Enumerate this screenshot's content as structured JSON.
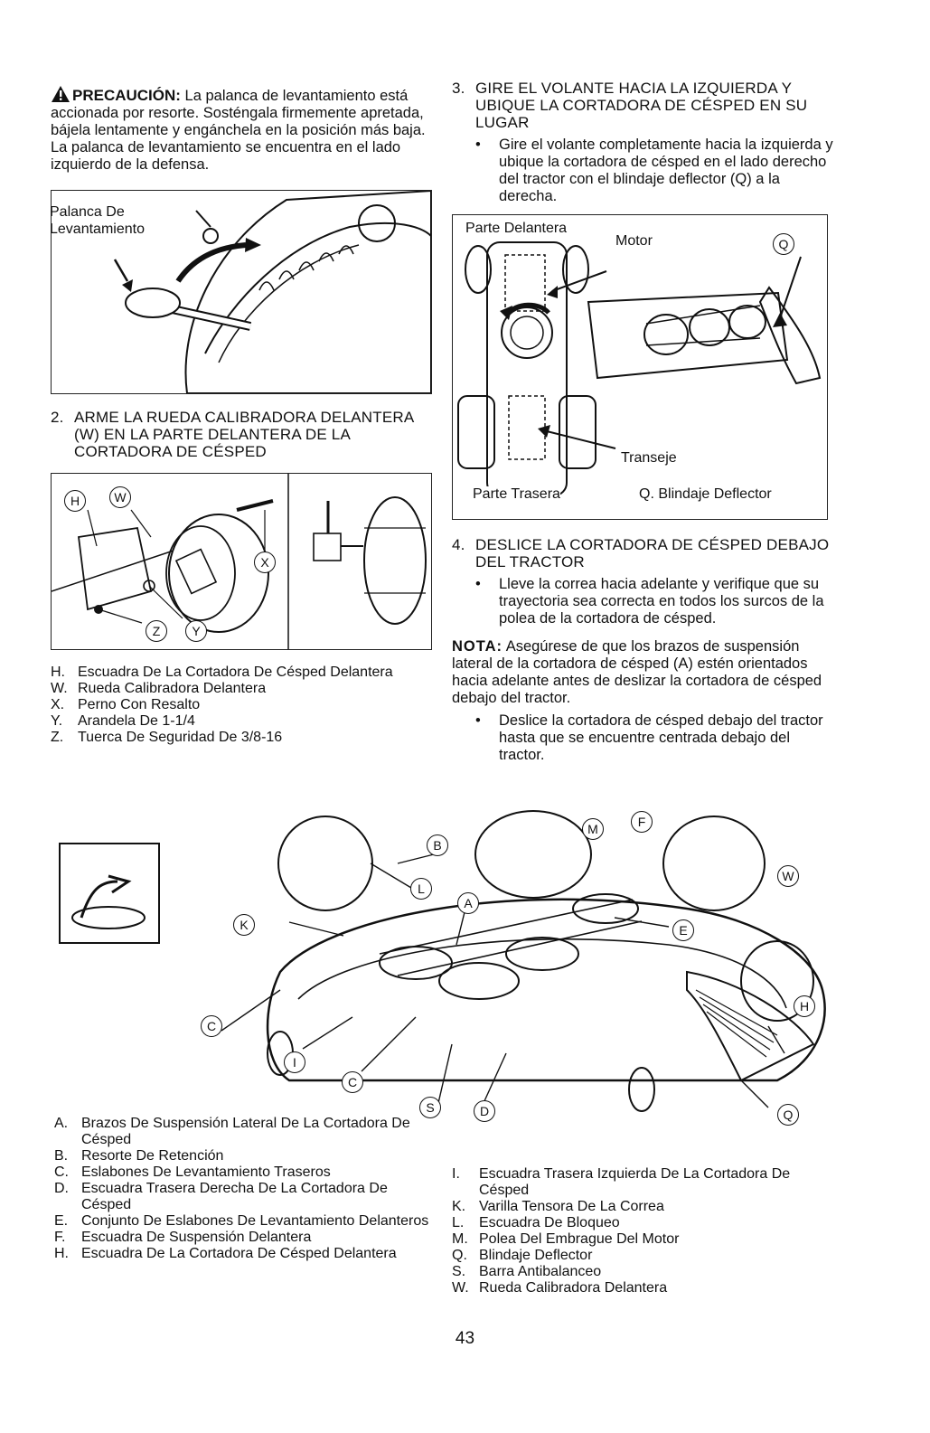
{
  "page": {
    "number": "43"
  },
  "caution": {
    "title": "PRECAUCIÓN:",
    "text": "La palanca de levantamiento está accionada por resorte. Sosténgala firmemente apretada, bájela lentamente y engánchela en la posición más baja. La palanca de levantamiento se encuentra en el lado izquierdo de la defensa."
  },
  "figure_lever": {
    "label_line1": "Palanca De",
    "label_line2": "Levantamiento"
  },
  "step2": {
    "number": "2.",
    "title": "ARME LA RUEDA CALIBRADORA DELANTERA (W) EN LA PARTE DELANTERA DE LA CORTADORA DE CÉSPED"
  },
  "figure_wheel": {
    "callouts": [
      "H",
      "W",
      "X",
      "Z",
      "Y"
    ]
  },
  "legend_wheel": [
    {
      "key": "H.",
      "text": "Escuadra De La Cortadora De Césped Delantera"
    },
    {
      "key": "W.",
      "text": "Rueda Calibradora Delantera"
    },
    {
      "key": "X.",
      "text": "Perno Con Resalto"
    },
    {
      "key": "Y.",
      "text": "Arandela De 1-1/4"
    },
    {
      "key": "Z.",
      "text": "Tuerca De Seguridad De 3/8-16"
    }
  ],
  "step3": {
    "number": "3.",
    "title": "GIRE EL VOLANTE HACIA LA IZQUIERDA Y UBIQUE LA CORTADORA DE CÉSPED EN SU LUGAR",
    "bullet": "Gire el volante completamente hacia la izquierda y ubique la cortadora de césped en el lado derecho del tractor con el blindaje deflector (Q) a la derecha."
  },
  "figure_tractor": {
    "front_label": "Parte Delantera",
    "motor_label": "Motor",
    "transaxle_label": "Transeje",
    "rear_label": "Parte Trasera",
    "q_caption": "Q.  Blindaje Deflector",
    "callout": "Q"
  },
  "step4": {
    "number": "4.",
    "title": "DESLICE LA CORTADORA DE CÉSPED DEBAJO DEL TRACTOR",
    "bullet": "Lleve la correa hacia adelante y verifique que su trayectoria sea correcta en todos los surcos de la polea de la cortadora de césped."
  },
  "note": {
    "head": "NOTA:",
    "text": "Asegúrese de que los brazos de suspensión lateral de la cortadora de césped (A) estén orientados hacia adelante antes de deslizar la cortadora de césped debajo del tractor.",
    "bullet": "Deslice la cortadora de césped debajo del tractor hasta que se encuentre centrada debajo del tractor."
  },
  "figure_deck": {
    "callouts": [
      "B",
      "M",
      "F",
      "W",
      "L",
      "A",
      "K",
      "E",
      "C",
      "H",
      "I",
      "C",
      "S",
      "D",
      "Q"
    ]
  },
  "legend_deck_left": [
    {
      "key": "A.",
      "text": "Brazos De Suspensión Lateral De La Cortadora De Césped"
    },
    {
      "key": "B.",
      "text": "Resorte De Retención"
    },
    {
      "key": "C.",
      "text": "Eslabones De Levantamiento Traseros"
    },
    {
      "key": "D.",
      "text": "Escuadra Trasera Derecha De La Cortadora De Césped"
    },
    {
      "key": "E.",
      "text": "Conjunto De Eslabones De Levantamiento Delanteros"
    },
    {
      "key": "F.",
      "text": "Escuadra De Suspensión Delantera"
    },
    {
      "key": "H.",
      "text": "Escuadra De La Cortadora De Césped Delantera"
    }
  ],
  "legend_deck_right": [
    {
      "key": "I.",
      "text": "Escuadra Trasera Izquierda De La Cortadora De Césped"
    },
    {
      "key": "K.",
      "text": "Varilla Tensora De La Correa"
    },
    {
      "key": "L.",
      "text": "Escuadra De Bloqueo"
    },
    {
      "key": "M.",
      "text": "Polea Del Embrague Del Motor"
    },
    {
      "key": "Q.",
      "text": "Blindaje Deflector"
    },
    {
      "key": "S.",
      "text": "Barra Antibalanceo"
    },
    {
      "key": "W.",
      "text": "Rueda Calibradora Delantera"
    }
  ]
}
